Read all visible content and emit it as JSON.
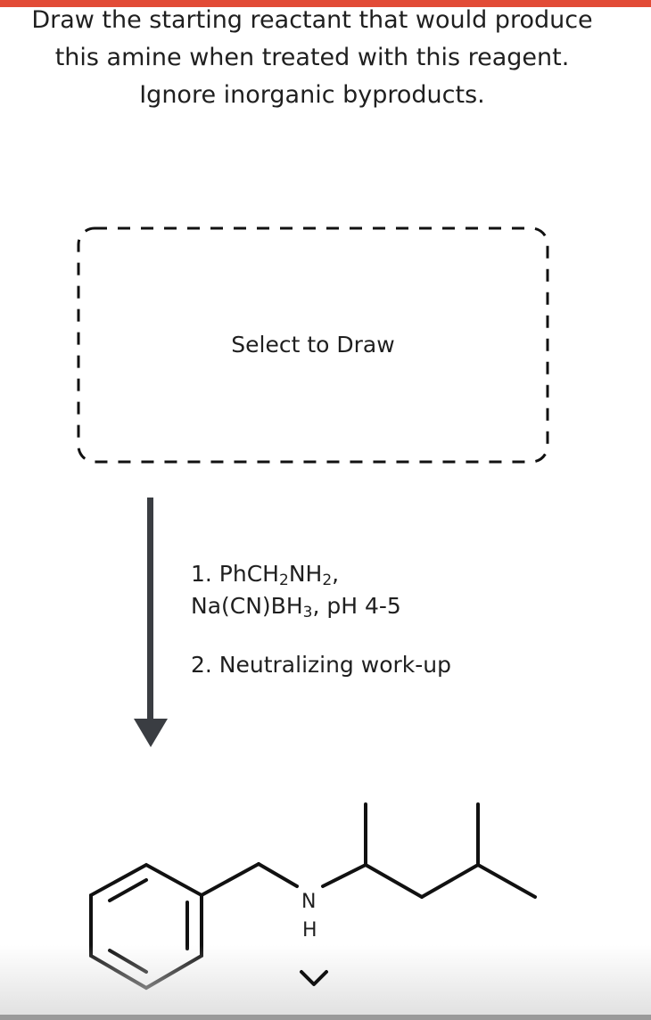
{
  "question": {
    "line1": "Draw the starting reactant that would produce",
    "line2": "this amine when treated with this reagent.",
    "line3": "Ignore inorganic byproducts."
  },
  "draw_area": {
    "label": "Select to Draw"
  },
  "reagents": {
    "step1_prefix": "1. PhCH",
    "step1_sub1": "2",
    "step1_mid": "NH",
    "step1_sub2": "2",
    "step1_suffix": ",",
    "step1b_prefix": "Na(CN)BH",
    "step1b_sub": "3",
    "step1b_suffix": ", pH 4-5",
    "step2": "2. Neutralizing work-up"
  },
  "product": {
    "atom_n": "N",
    "atom_h": "H"
  },
  "icons": {
    "chevron": "chevron-down-icon",
    "arrow": "reaction-arrow-icon"
  },
  "colors": {
    "accent_bar": "#e24b36",
    "arrow": "#3a3d42"
  }
}
